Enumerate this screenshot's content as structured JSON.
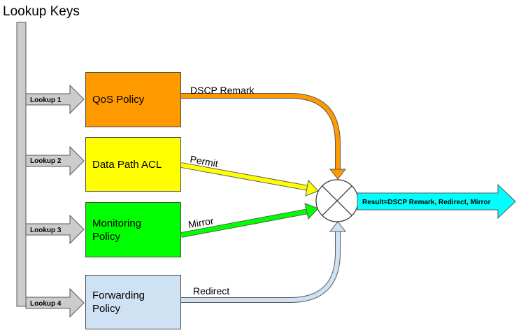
{
  "title": "Lookup Keys",
  "lookups": [
    {
      "label": "Lookup 1"
    },
    {
      "label": "Lookup 2"
    },
    {
      "label": "Lookup 3"
    },
    {
      "label": "Lookup 4"
    }
  ],
  "policies": [
    {
      "name": "QoS Policy",
      "color": "#ff9900",
      "action": "DSCP Remark",
      "arrow_color": "#ff9900"
    },
    {
      "name": "Data Path ACL",
      "color": "#ffff00",
      "action": "Permit",
      "arrow_color": "#ffff00"
    },
    {
      "name": "Monitoring\nPolicy",
      "color": "#00ff00",
      "action": "Mirror",
      "arrow_color": "#00ff00"
    },
    {
      "name": "Forwarding\nPolicy",
      "color": "#cfe2f3",
      "action": "Redirect",
      "arrow_color": "#cfe2f3"
    }
  ],
  "result": {
    "label": "Result=DSCP Remark, Redirect, Mirror",
    "color": "#00ffff"
  },
  "combiner_icon": "circle-x-icon",
  "colors": {
    "bus": "#cccccc",
    "outline": "#595959"
  }
}
